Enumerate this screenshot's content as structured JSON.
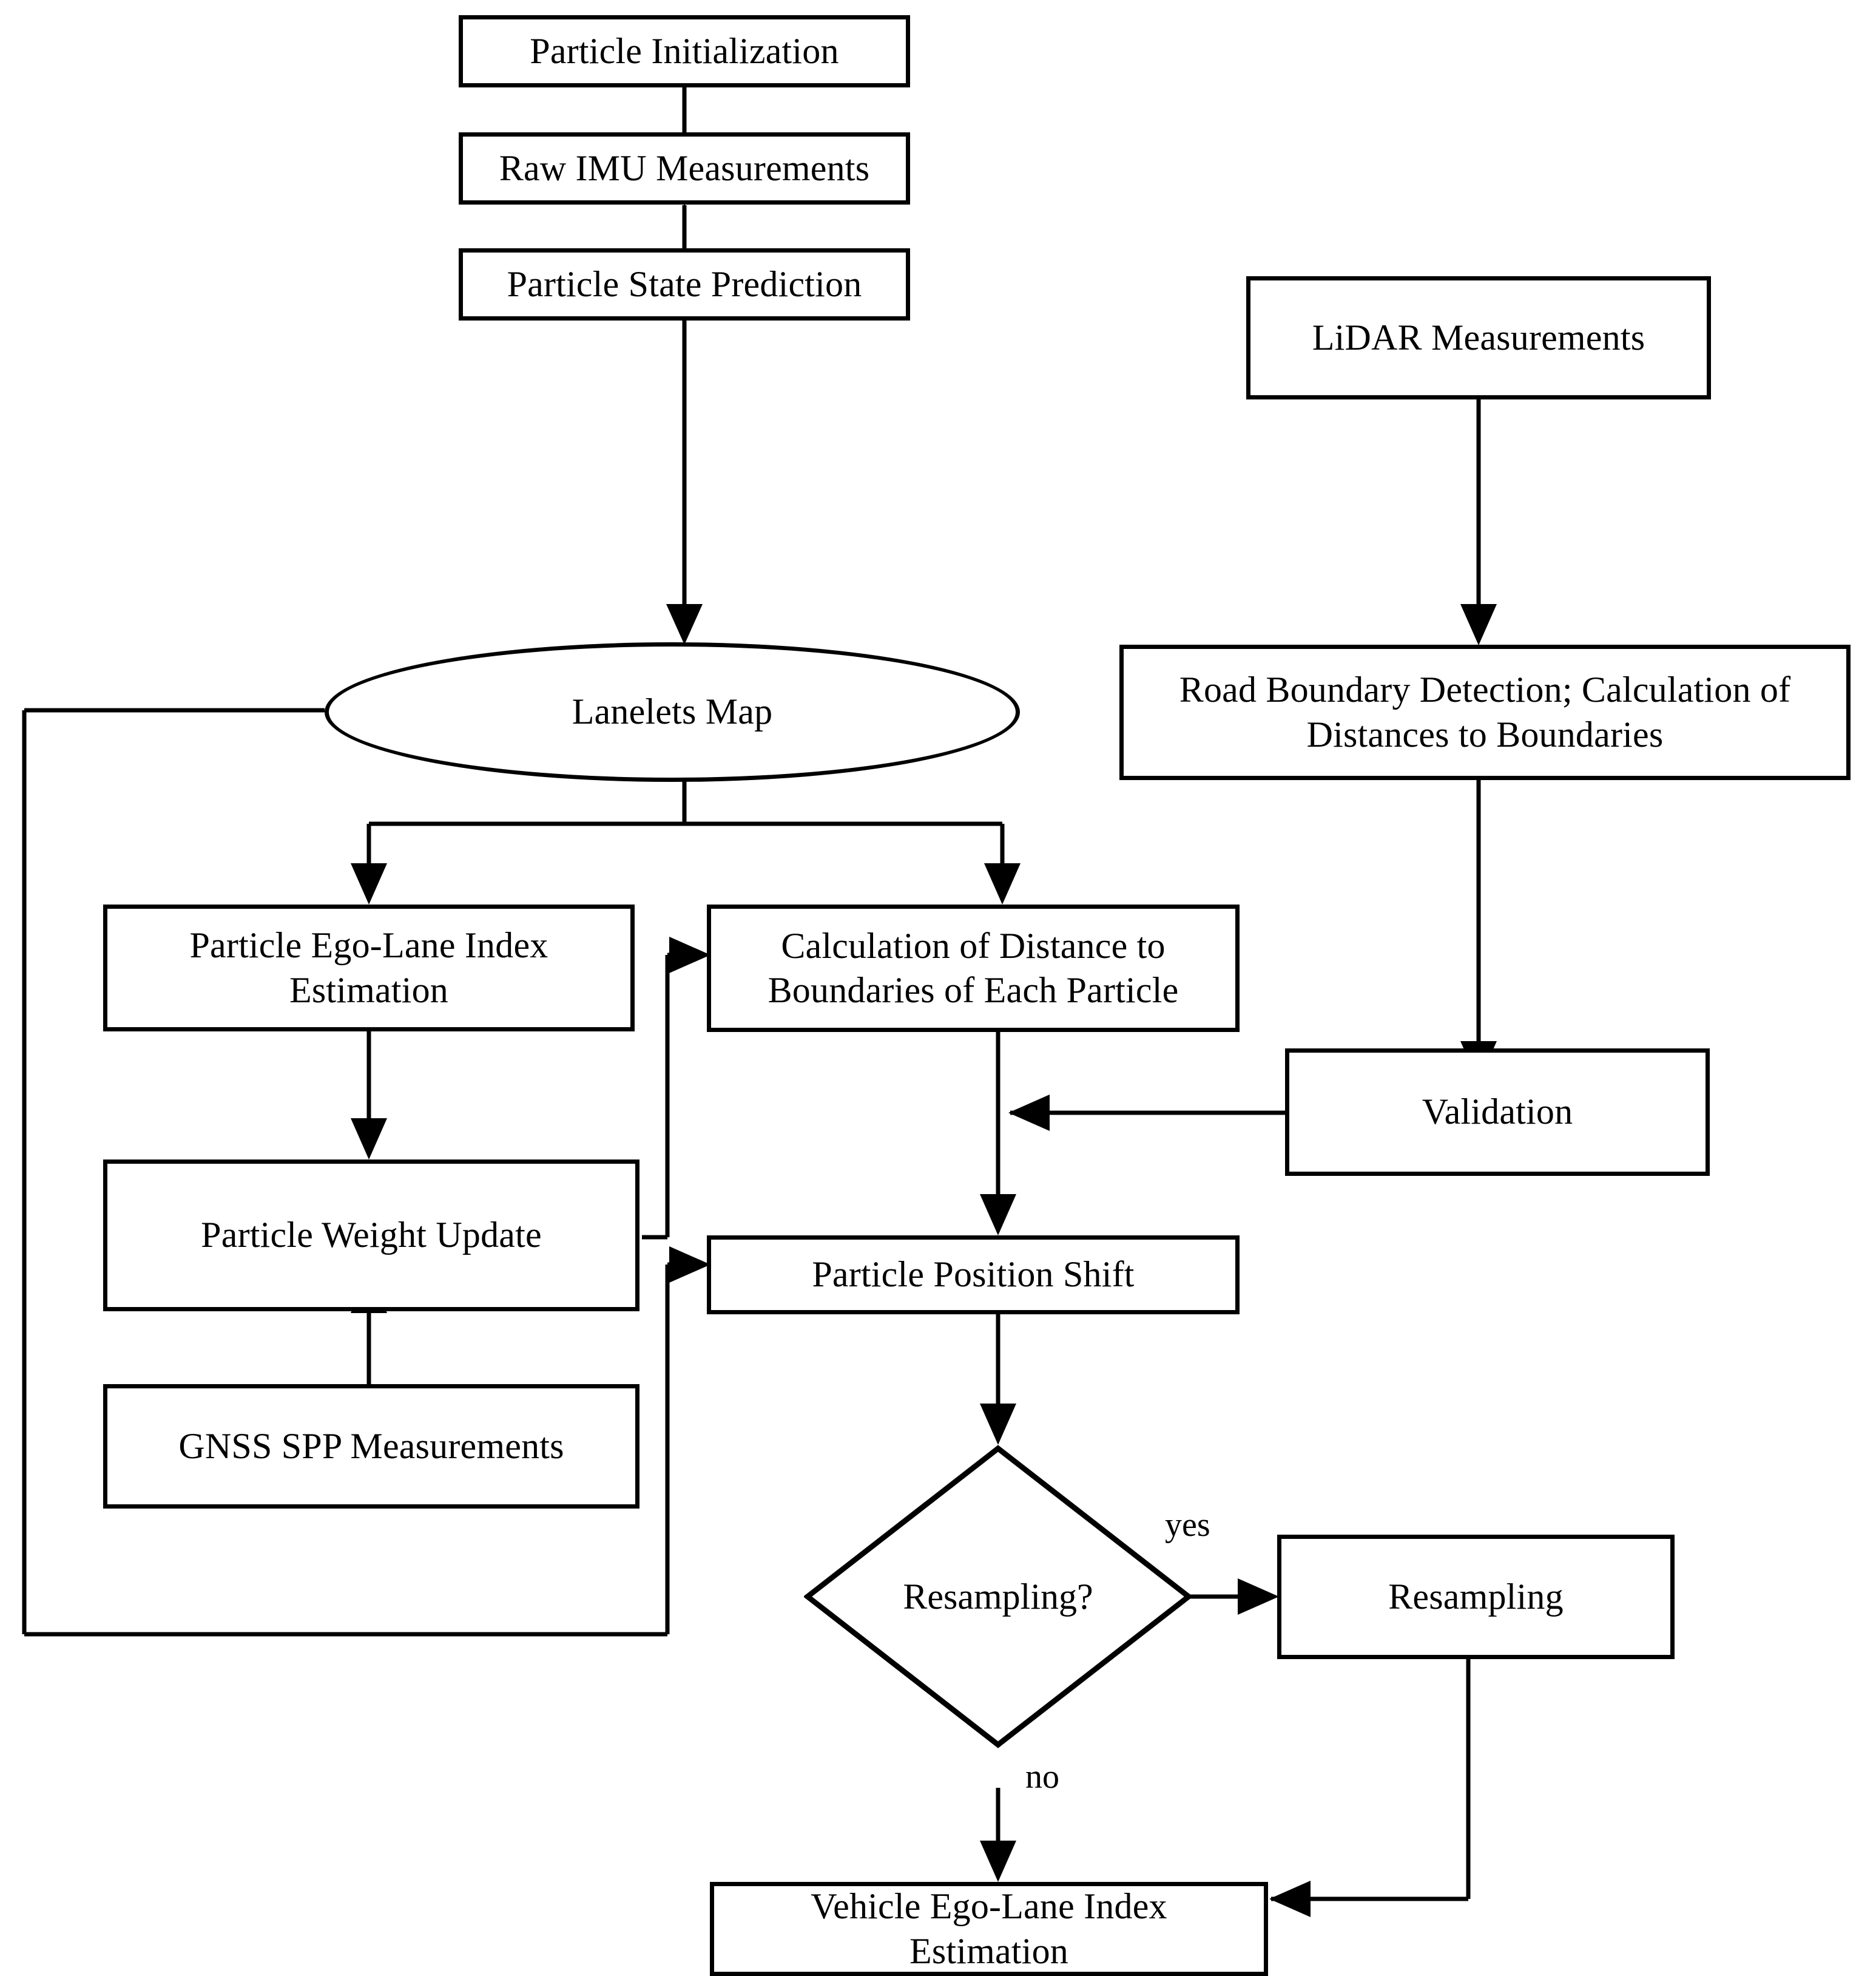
{
  "diagram": {
    "type": "flowchart",
    "title": "Particle Filter Localization Flowchart",
    "line_color": "#000000",
    "fill_color": "#ffffff",
    "text_color": "#000000"
  },
  "nodes": {
    "particle_initialization": {
      "label": "Particle Initialization",
      "shape": "rectangle"
    },
    "raw_imu_measurements": {
      "label": "Raw IMU Measurements",
      "shape": "rectangle"
    },
    "particle_state_prediction": {
      "label": "Particle State Prediction",
      "shape": "rectangle"
    },
    "lanelets_map": {
      "label": "Lanelets Map",
      "shape": "ellipse"
    },
    "lidar_measurements": {
      "label": "LiDAR Measurements",
      "shape": "rectangle"
    },
    "road_boundary_detection": {
      "label": "Road Boundary Detection; Calculation of\nDistances to Boundaries",
      "shape": "rectangle"
    },
    "particle_ego_lane_index_estimation": {
      "label": "Particle Ego-Lane Index\nEstimation",
      "shape": "rectangle"
    },
    "calculation_of_distance": {
      "label": "Calculation of Distance to\nBoundaries of Each Particle",
      "shape": "rectangle"
    },
    "validation": {
      "label": "Validation",
      "shape": "rectangle"
    },
    "particle_weight_update": {
      "label": "Particle Weight Update",
      "shape": "rectangle"
    },
    "particle_position_shift": {
      "label": "Particle Position Shift",
      "shape": "rectangle"
    },
    "gnss_spp_measurements": {
      "label": "GNSS SPP Measurements",
      "shape": "rectangle"
    },
    "resampling_decision": {
      "label": "Resampling?",
      "shape": "diamond"
    },
    "resampling": {
      "label": "Resampling",
      "shape": "rectangle"
    },
    "vehicle_ego_lane_index_estimation": {
      "label": "Vehicle Ego-Lane Index\nEstimation",
      "shape": "rectangle"
    }
  },
  "edge_labels": {
    "yes": "yes",
    "no": "no"
  }
}
